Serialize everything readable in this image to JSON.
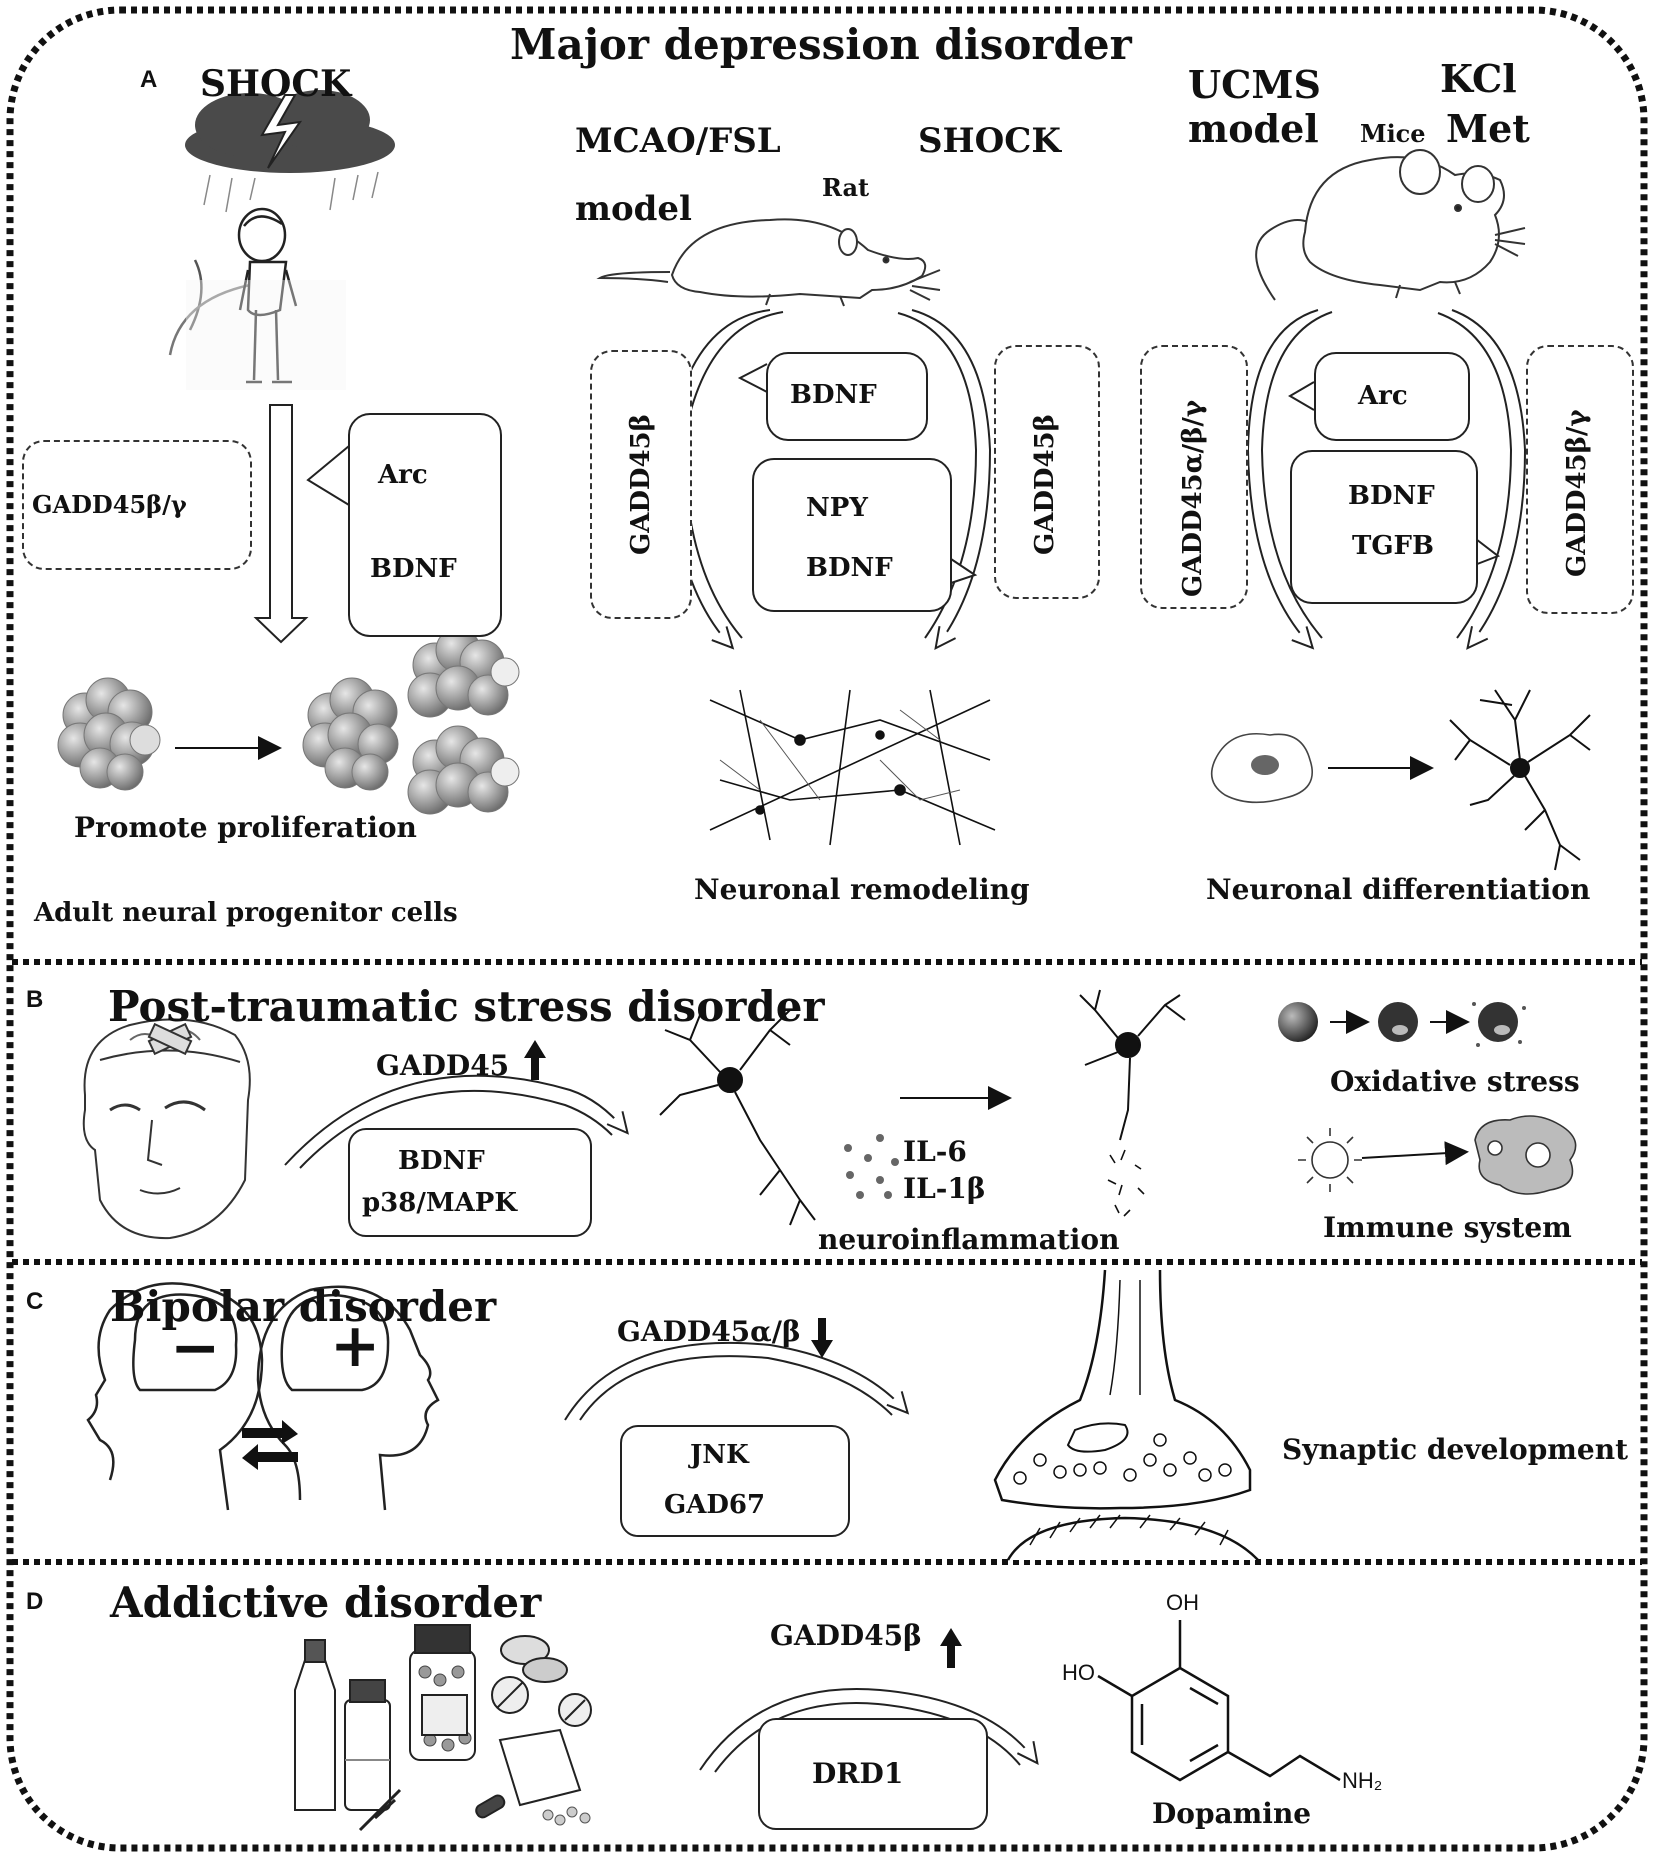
{
  "panel_a": {
    "letter": "A",
    "title": "Major depression disorder",
    "shock_left": "SHOCK",
    "gadd_left": "GADD45β/γ",
    "arc": "Arc",
    "bdnf_left": "BDNF",
    "promote": "Promote proliferation",
    "progenitor": "Adult neural progenitor cells",
    "mcao": "MCAO/FSL",
    "model": "model",
    "shock_mid": "SHOCK",
    "rat": "Rat",
    "gadd_mid_left": "GADD45β",
    "bdnf_down": "BDNF",
    "npy": "NPY",
    "bdnf_up": "BDNF",
    "gadd_mid_right": "GADD45β",
    "remodeling": "Neuronal remodeling",
    "ucms": "UCMS",
    "ucms_model": "model",
    "kcl": "KCl",
    "mice": "Mice",
    "met": "Met",
    "gadd_right_left": "GADD45α/β/γ",
    "arc_right": "Arc",
    "bdnf_right": "BDNF",
    "tgfb": "TGFB",
    "gadd_right_right": "GADD45β/γ",
    "differentiation": "Neuronal differentiation"
  },
  "panel_b": {
    "letter": "B",
    "title": "Post-traumatic stress disorder",
    "gadd": "GADD45",
    "bdnf": "BDNF",
    "p38": "p38/MAPK",
    "il6": "IL-6",
    "il1b": "IL-1β",
    "neuroinflammation": "neuroinflammation",
    "oxidative": "Oxidative stress",
    "immune": "Immune system"
  },
  "panel_c": {
    "letter": "C",
    "title": "Bipolar disorder",
    "minus": "−",
    "plus": "+",
    "gadd": "GADD45α/β",
    "jnk": "JNK",
    "gad67": "GAD67",
    "synaptic": "Synaptic development"
  },
  "panel_d": {
    "letter": "D",
    "title": "Addictive disorder",
    "gadd": "GADD45β",
    "drd1": "DRD1",
    "oh1": "OH",
    "ho": "HO",
    "nh2": "NH₂",
    "dopamine": "Dopamine"
  },
  "colors": {
    "ink": "#111111",
    "cloud": "#4a4a4a",
    "cell": "#8a8a8a"
  }
}
